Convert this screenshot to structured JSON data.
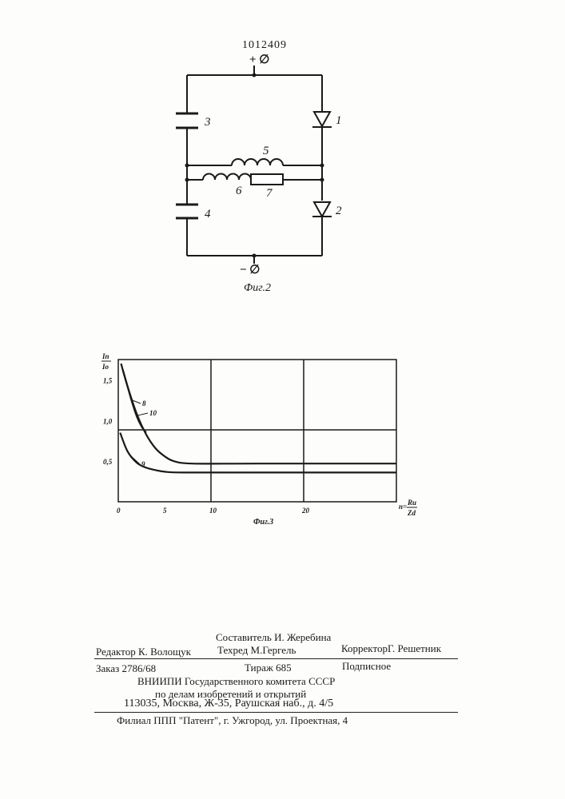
{
  "patent_number": "1012409",
  "figure2": {
    "terminal_plus": "+ ∅",
    "terminal_minus": "− ∅",
    "caption": "Фиг.2",
    "labels": {
      "diode1": "1",
      "diode2": "2",
      "cap3": "3",
      "cap4": "4",
      "ind5": "5",
      "ind6": "6",
      "res7": "7"
    }
  },
  "figure3": {
    "caption": "Фиг.3",
    "y_axis_num": "In",
    "y_axis_den": "Io",
    "x_axis_num": "Ru",
    "x_axis_den": "Zd",
    "x_axis_prefix": "n=",
    "y_ticks": [
      "1,5",
      "1,0",
      "0,5"
    ],
    "x_ticks": [
      "0",
      "5",
      "10",
      "20"
    ],
    "curve_labels": [
      "8",
      "10",
      "9"
    ]
  },
  "chart_data": {
    "type": "line",
    "title": "Фиг.3",
    "xlabel": "n=Ru/Zd",
    "ylabel": "In/Io",
    "xlim": [
      0,
      30
    ],
    "ylim": [
      0,
      1.75
    ],
    "x_ticks": [
      0,
      5,
      10,
      20
    ],
    "y_ticks": [
      0.5,
      1.0,
      1.5
    ],
    "grid": true,
    "series": [
      {
        "name": "8",
        "x": [
          0.3,
          1.0,
          2.0,
          3.0,
          4.0,
          5.0,
          6.0,
          8.0,
          15.0,
          30.0
        ],
        "y": [
          1.7,
          1.42,
          1.08,
          0.83,
          0.66,
          0.56,
          0.5,
          0.47,
          0.47,
          0.47
        ]
      },
      {
        "name": "10",
        "x": [
          0.5,
          1.0,
          1.5,
          2.0,
          2.5,
          3.0
        ],
        "y": [
          1.62,
          1.42,
          1.22,
          1.05,
          0.93,
          0.85
        ]
      },
      {
        "name": "9",
        "x": [
          0.2,
          1.0,
          2.0,
          3.0,
          4.0,
          5.0,
          7.0,
          15.0,
          30.0
        ],
        "y": [
          0.85,
          0.62,
          0.48,
          0.42,
          0.39,
          0.37,
          0.36,
          0.36,
          0.36
        ]
      }
    ]
  },
  "colophon": {
    "compiler": "Составитель И. Жеребина",
    "editor": "Редактор К. Волощук",
    "techred": "Техред М.Гергель",
    "corrector": "КорректорГ.  Решетник",
    "order": "Заказ 2786/68",
    "tirage": "Тираж 685",
    "subscription": "Подписное",
    "org1": "ВНИИПИ Государственного комитета СССР",
    "org2": "по делам изобретений и открытий",
    "address": "113035, Москва, Ж-35, Раушская наб., д. 4/5",
    "branch": "Филиал ППП \"Патент\", г. Ужгород, ул. Проектная, 4"
  }
}
